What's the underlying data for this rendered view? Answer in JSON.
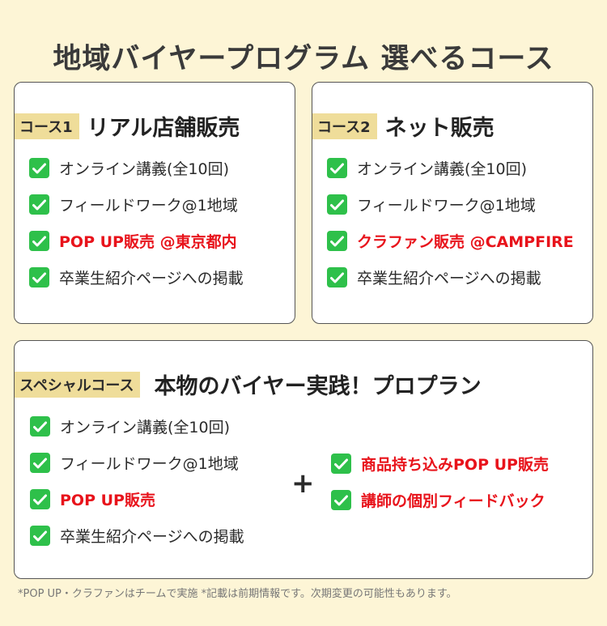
{
  "title": "地域バイヤープログラム 選べるコース",
  "course1": {
    "tag": "コース1",
    "heading": "リアル店舗販売",
    "items": [
      {
        "text": "オンライン講義(全10回)",
        "highlight": false
      },
      {
        "text": "フィールドワーク@1地域",
        "highlight": false
      },
      {
        "text": "POP UP販売 @東京都内",
        "highlight": true
      },
      {
        "text": "卒業生紹介ページへの掲載",
        "highlight": false
      }
    ]
  },
  "course2": {
    "tag": "コース2",
    "heading": "ネット販売",
    "items": [
      {
        "text": "オンライン講義(全10回)",
        "highlight": false
      },
      {
        "text": "フィールドワーク@1地域",
        "highlight": false
      },
      {
        "text": "クラファン販売 @CAMPFIRE",
        "highlight": true
      },
      {
        "text": "卒業生紹介ページへの掲載",
        "highlight": false
      }
    ]
  },
  "special": {
    "tag": "スペシャルコース",
    "heading": "本物のバイヤー実践！プロプラン",
    "items": [
      {
        "text": "オンライン講義(全10回)",
        "highlight": false
      },
      {
        "text": "フィールドワーク@1地域",
        "highlight": false
      },
      {
        "text": "POP UP販売",
        "highlight": true
      },
      {
        "text": "卒業生紹介ページへの掲載",
        "highlight": false
      }
    ],
    "plus": "+",
    "extras": [
      {
        "text": "商品持ち込みPOP UP販売",
        "highlight": true
      },
      {
        "text": "講師の個別フィードバック",
        "highlight": true
      }
    ]
  },
  "footnote": "*POP UP・クラファンはチームで実施 *記載は前期情報です。次期変更の可能性もあります。",
  "colors": {
    "background": "#fdf5d6",
    "tag": "#efdd9a",
    "check": "#2ec04a",
    "highlight": "#e8131b"
  },
  "icons": {
    "check": "check-icon"
  }
}
